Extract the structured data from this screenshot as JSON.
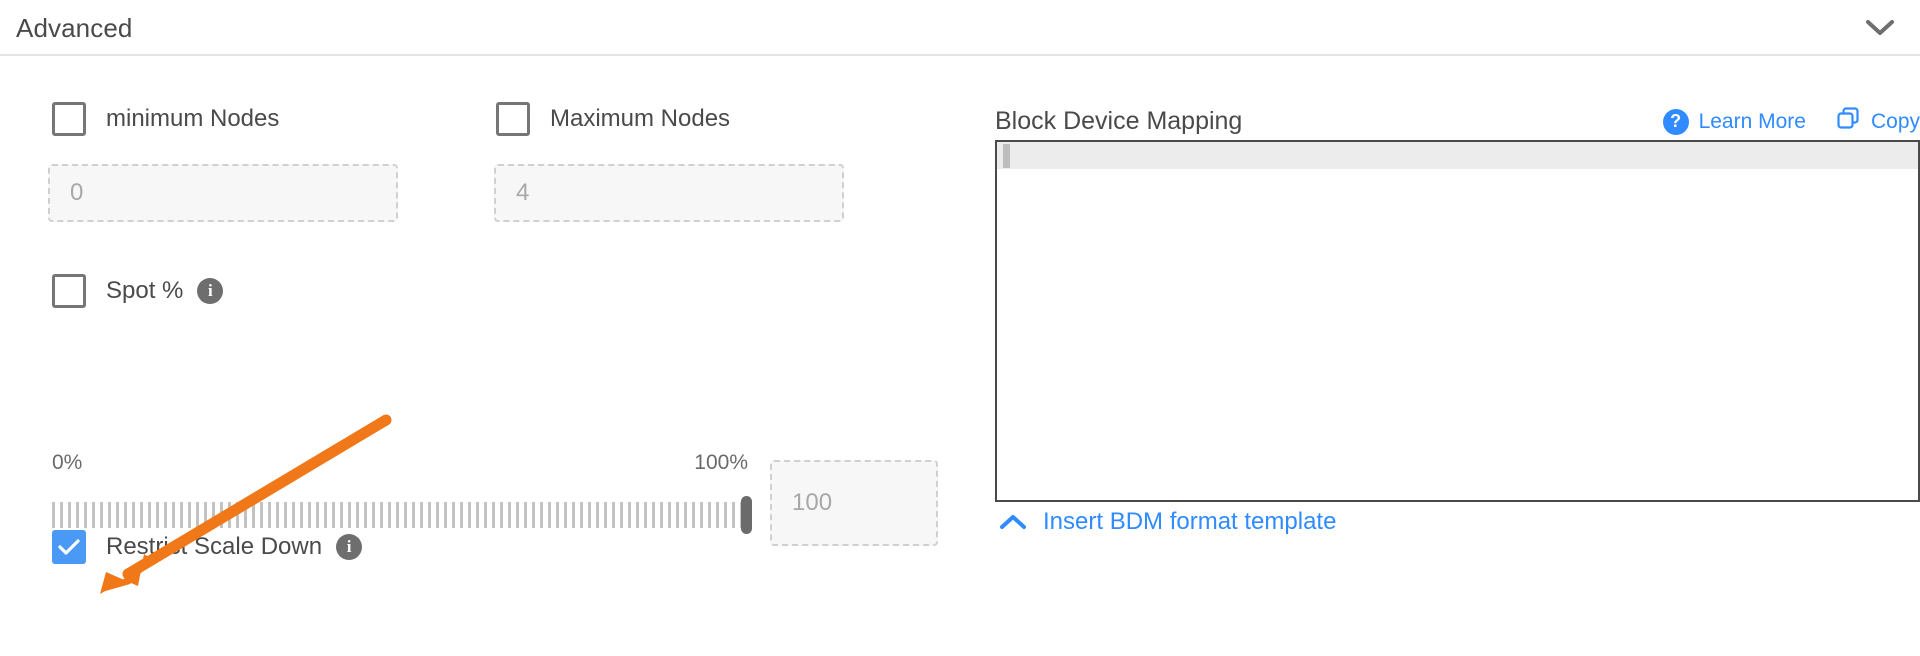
{
  "header": {
    "title": "Advanced",
    "collapse_icon": "chevron-down-icon"
  },
  "left": {
    "min_nodes": {
      "label": "minimum Nodes",
      "checked": false,
      "input_placeholder": "0"
    },
    "max_nodes": {
      "label": "Maximum Nodes",
      "checked": false,
      "input_placeholder": "4"
    },
    "spot": {
      "label": "Spot %",
      "checked": false,
      "info_icon": "info-icon",
      "info_glyph": "i"
    },
    "slider": {
      "min_label": "0%",
      "max_label": "100%",
      "value": 100,
      "value_text": "100"
    },
    "restrict_scale_down": {
      "label": "Restrict Scale Down",
      "checked": true,
      "check_glyph": "✓",
      "info_icon": "info-icon",
      "info_glyph": "i"
    }
  },
  "right": {
    "title": "Block Device Mapping",
    "learn_more": {
      "label": "Learn More",
      "icon": "question-circle-icon",
      "glyph": "?"
    },
    "copy": {
      "label": "Copy",
      "icon": "copy-icon"
    },
    "editor": {
      "content": ""
    },
    "insert_template": {
      "label": "Insert BDM format template",
      "icon": "chevron-up-icon"
    }
  },
  "annotation": {
    "type": "arrow",
    "color": "#F07818",
    "points_to": "restrict-scale-down-checkbox"
  },
  "colors": {
    "accent_blue": "#2f8bff",
    "checkbox_blue": "#4a9af5",
    "annotation_orange": "#F07818",
    "text_gray": "#4a4a4a",
    "border_gray": "#767676"
  }
}
